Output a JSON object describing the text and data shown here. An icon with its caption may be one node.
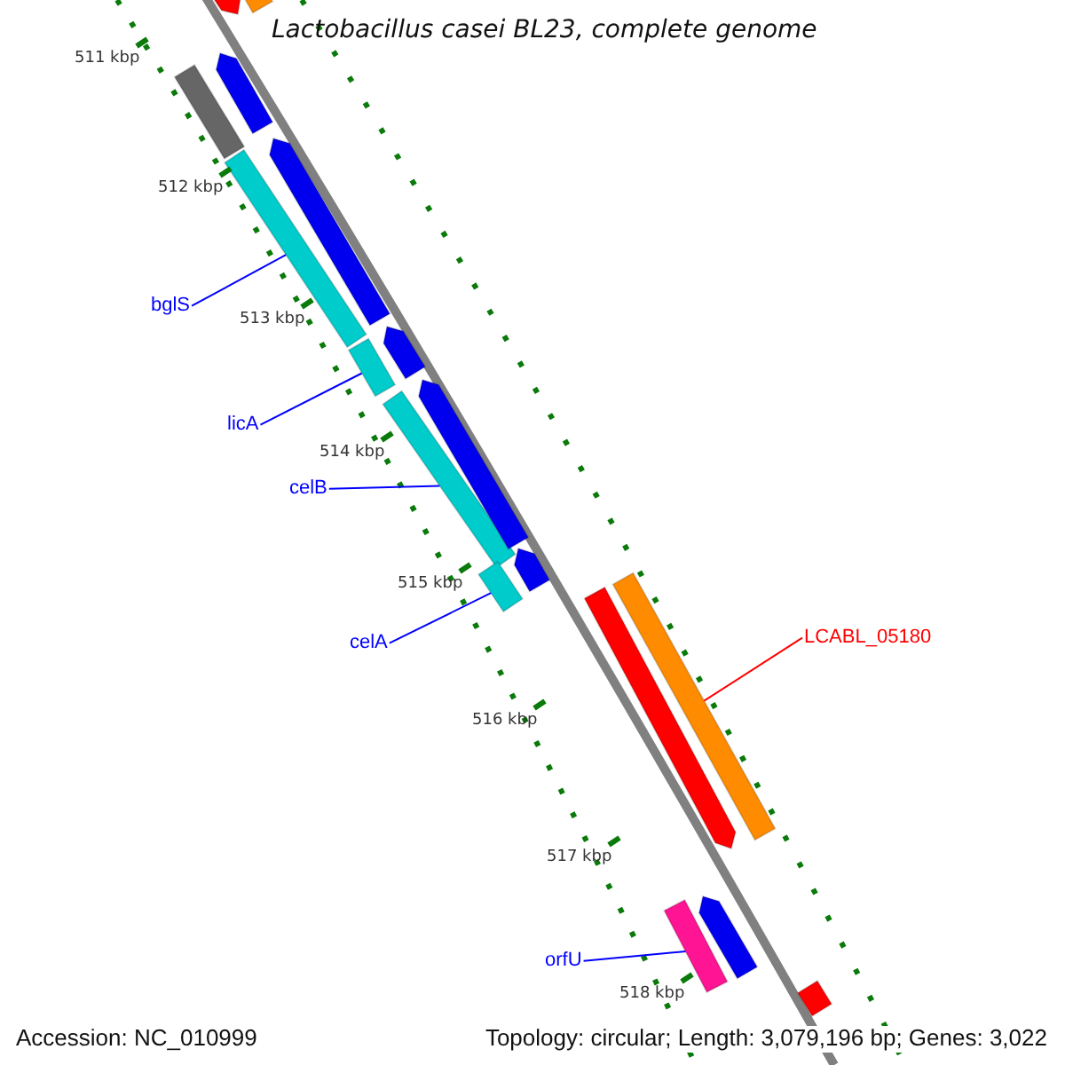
{
  "diagram": {
    "title": "Lactobacillus casei BL23, complete genome",
    "nodes": [
      {
        "text": [
          "bglS"
        ]
      },
      {
        "text": [],
        "shape": "bar"
      },
      {
        "text": [
          "licA"
        ]
      },
      {
        "text": [],
        "shape": "bar"
      },
      {
        "text": [
          "celB"
        ]
      },
      {
        "text": [],
        "shape": "bar"
      },
      {
        "text": [
          "celA"
        ]
      },
      {
        "text": [],
        "shape": "bar"
      },
      {
        "text": [
          "LCABL_05180"
        ]
      },
      {
        "text": [],
        "shape": "bar"
      },
      {
        "text": [
          "orfU"
        ]
      },
      {
        "text": [],
        "shape": "bar"
      },
      {
        "text": [],
        "shape": "bar"
      },
      {
        "text": [],
        "shape": "bar"
      },
      {
        "text": [],
        "shape": "bar"
      },
      {
        "text": [],
        "shape": "bar"
      },
      {
        "text": [],
        "shape": "bar"
      },
      {
        "text": [],
        "shape": "bar"
      },
      {
        "text": [],
        "shape": "bar"
      },
      {
        "text": [],
        "shape": "bar"
      },
      {
        "text": [],
        "shape": "bar"
      },
      {
        "text": [],
        "shape": "bar"
      },
      {
        "text": [],
        "shape": "bar"
      }
    ],
    "edges": [
      {
        "from": 0,
        "to": 1,
        "arrow": "none"
      },
      {
        "from": 2,
        "to": 3,
        "arrow": "none"
      },
      {
        "from": 4,
        "to": 5,
        "arrow": "none"
      },
      {
        "from": 6,
        "to": 7,
        "arrow": "none"
      },
      {
        "from": 8,
        "to": 9,
        "arrow": "none",
        "color": "#ff0000"
      },
      {
        "from": 10,
        "to": 11,
        "arrow": "none"
      }
    ],
    "labels": [
      "511 kbp",
      "512 kbp",
      "513 kbp",
      "514 kbp",
      "515 kbp",
      "516 kbp",
      "517 kbp",
      "518 kbp",
      "Accession: NC_010999",
      "Topology: circular; Length: 3,079,196 bp; Genes: 3,022"
    ]
  }
}
